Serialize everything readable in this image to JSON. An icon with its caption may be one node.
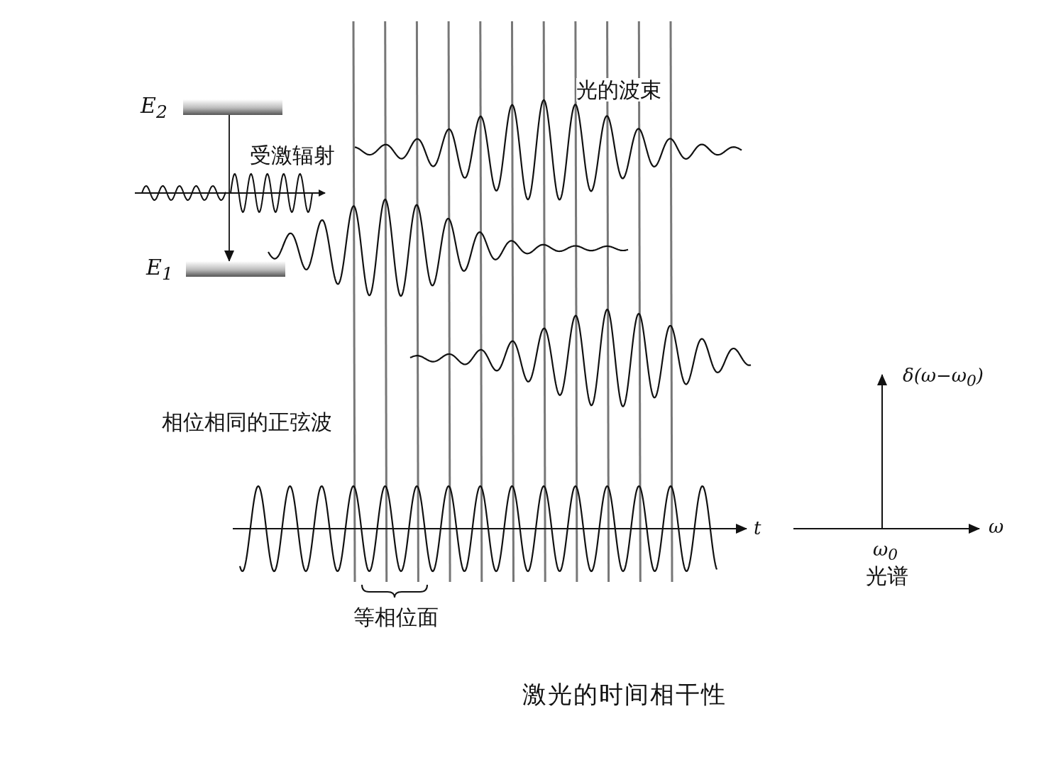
{
  "diagram": {
    "caption": "激光的时间相干性",
    "nodes": [
      {
        "text": [],
        "shape": "bar",
        "beside": [
          "E$_{2}$"
        ]
      },
      {
        "text": [],
        "shape": "bar",
        "beside": [
          "E$_{1}$"
        ]
      }
    ],
    "edges": [
      {
        "from": 0,
        "to": 1,
        "arrow": "to"
      }
    ],
    "labels": [
      "光的波束",
      "受激辐射",
      "相位相同的正弦波",
      "t",
      "δ(ω−ω$_{0}$)",
      "ω",
      "ω$_{0}$",
      "光谱",
      "等相位面"
    ]
  }
}
